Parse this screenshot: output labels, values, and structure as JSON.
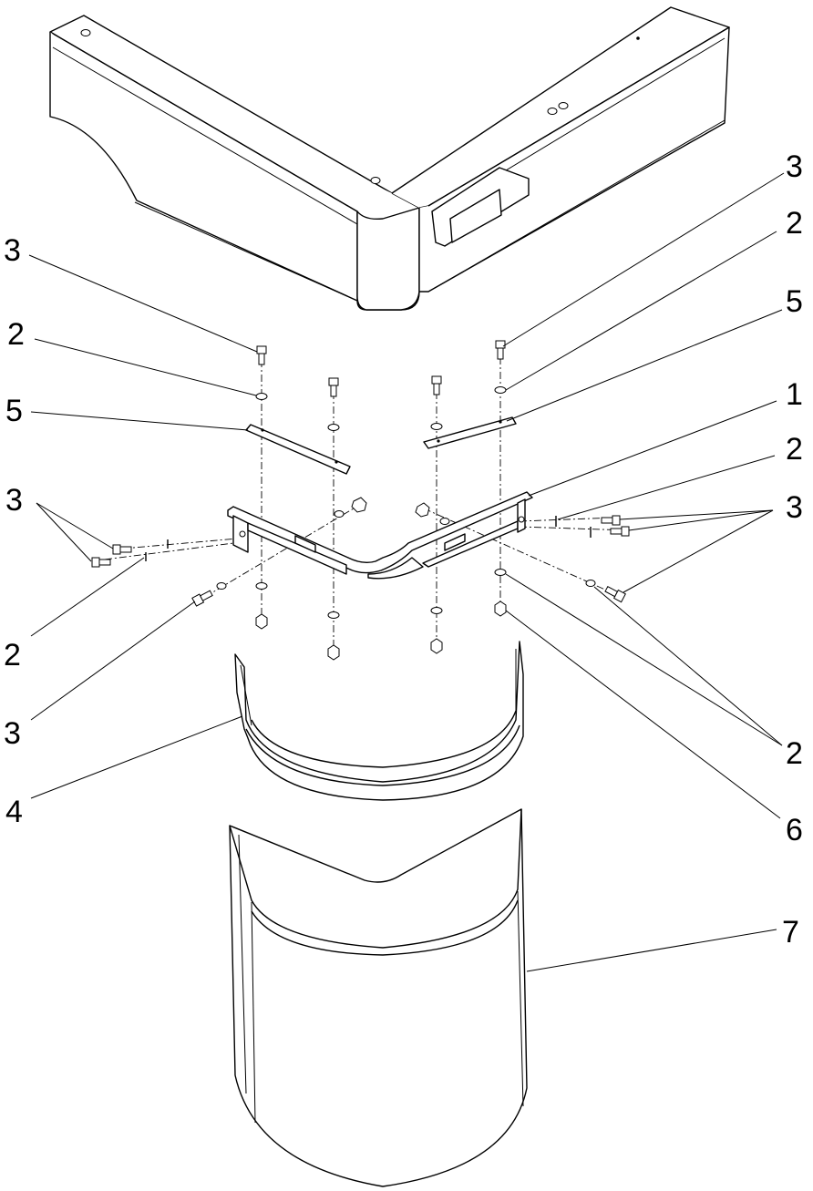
{
  "diagram": {
    "type": "exploded-assembly-drawing",
    "callouts": [
      {
        "id": "c1",
        "label": "1"
      },
      {
        "id": "c2a",
        "label": "2"
      },
      {
        "id": "c2b",
        "label": "2"
      },
      {
        "id": "c2c",
        "label": "2"
      },
      {
        "id": "c2d",
        "label": "2"
      },
      {
        "id": "c2e",
        "label": "2"
      },
      {
        "id": "c3a",
        "label": "3"
      },
      {
        "id": "c3b",
        "label": "3"
      },
      {
        "id": "c3c",
        "label": "3"
      },
      {
        "id": "c3d",
        "label": "3"
      },
      {
        "id": "c3e",
        "label": "3"
      },
      {
        "id": "c4",
        "label": "4"
      },
      {
        "id": "c5a",
        "label": "5"
      },
      {
        "id": "c5b",
        "label": "5"
      },
      {
        "id": "c6",
        "label": "6"
      },
      {
        "id": "c7",
        "label": "7"
      }
    ]
  }
}
